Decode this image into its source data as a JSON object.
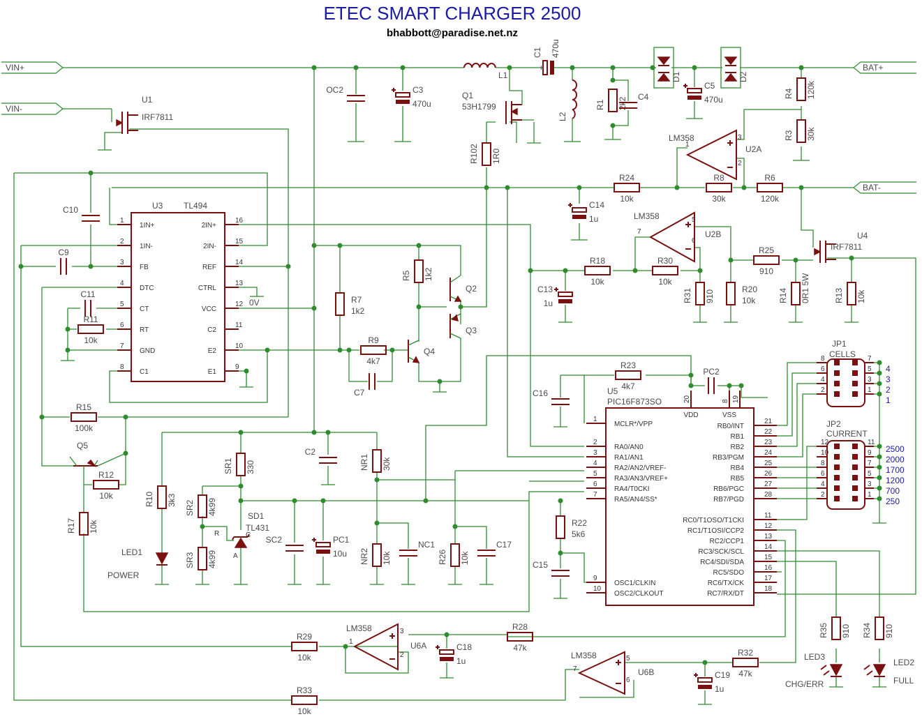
{
  "header": {
    "title": "ETEC SMART CHARGER 2500",
    "email": "bhabbott@paradise.net.nz"
  },
  "ports": {
    "vin_pos": "VIN+",
    "vin_neg": "VIN-",
    "bat_pos": "BAT+",
    "bat_neg": "BAT-"
  },
  "ics": {
    "u3": {
      "ref": "U3",
      "value": "TL494",
      "left": [
        {
          "n": "1",
          "name": "1IN+"
        },
        {
          "n": "2",
          "name": "1IN-"
        },
        {
          "n": "3",
          "name": "FB"
        },
        {
          "n": "4",
          "name": "DTC"
        },
        {
          "n": "5",
          "name": "CT"
        },
        {
          "n": "6",
          "name": "RT"
        },
        {
          "n": "7",
          "name": "GND"
        },
        {
          "n": "8",
          "name": "C1"
        }
      ],
      "right": [
        {
          "n": "16",
          "name": "2IN+"
        },
        {
          "n": "15",
          "name": "2IN-"
        },
        {
          "n": "14",
          "name": "REF"
        },
        {
          "n": "13",
          "name": "CTRL"
        },
        {
          "n": "12",
          "name": "VCC"
        },
        {
          "n": "11",
          "name": "C2"
        },
        {
          "n": "10",
          "name": "E2"
        },
        {
          "n": "9",
          "name": "E1"
        }
      ],
      "ov": "0V"
    },
    "u5": {
      "ref": "U5",
      "value": "PIC16F873SO",
      "top": [
        {
          "n": "20",
          "name": "VDD"
        },
        {
          "n": "8",
          "name": "VSS"
        },
        {
          "n": "19",
          "name": ""
        }
      ],
      "left": [
        {
          "n": "1",
          "name": "MCLR*/VPP"
        },
        {
          "n": "2",
          "name": "RA0/AN0"
        },
        {
          "n": "3",
          "name": "RA1/AN1"
        },
        {
          "n": "4",
          "name": "RA2/AN2/VREF-"
        },
        {
          "n": "5",
          "name": "RA3/AN3/VREF+"
        },
        {
          "n": "6",
          "name": "RA4/T0CKI"
        },
        {
          "n": "7",
          "name": "RA5/AN4/SS*"
        },
        {
          "n": "9",
          "name": "OSC1/CLKIN"
        },
        {
          "n": "10",
          "name": "OSC2/CLKOUT"
        }
      ],
      "right": [
        {
          "n": "21",
          "name": "RB0/INT"
        },
        {
          "n": "22",
          "name": "RB1"
        },
        {
          "n": "23",
          "name": "RB2"
        },
        {
          "n": "24",
          "name": "RB3/PGM"
        },
        {
          "n": "25",
          "name": "RB4"
        },
        {
          "n": "26",
          "name": "RB5"
        },
        {
          "n": "27",
          "name": "RB6/PGC"
        },
        {
          "n": "28",
          "name": "RB7/PGD"
        },
        {
          "n": "11",
          "name": "RC0/T1OSO/T1CKI"
        },
        {
          "n": "12",
          "name": "RC1/T1OSI/CCP2"
        },
        {
          "n": "13",
          "name": "RC2/CCP1"
        },
        {
          "n": "14",
          "name": "RC3/SCK/SCL"
        },
        {
          "n": "15",
          "name": "RC4/SDI/SDA"
        },
        {
          "n": "16",
          "name": "RC5/SDO"
        },
        {
          "n": "17",
          "name": "RC6/TX/CK"
        },
        {
          "n": "18",
          "name": "RC7/RX/DT"
        }
      ]
    }
  },
  "opamps": [
    {
      "ref": "U2A",
      "type": "LM358",
      "pins": [
        "1",
        "2",
        "3"
      ]
    },
    {
      "ref": "U2B",
      "type": "LM358",
      "pins": [
        "7",
        "6",
        "5"
      ]
    },
    {
      "ref": "U6A",
      "type": "LM358",
      "pins": [
        "1",
        "2",
        "3"
      ]
    },
    {
      "ref": "U6B",
      "type": "LM358",
      "pins": [
        "7",
        "6",
        "5"
      ]
    }
  ],
  "mosfets": [
    {
      "ref": "U1",
      "value": "IRF7811"
    },
    {
      "ref": "U4",
      "value": "IRF7811"
    },
    {
      "ref": "Q1",
      "value": "53H1799"
    }
  ],
  "transistors": [
    {
      "ref": "Q2"
    },
    {
      "ref": "Q3"
    },
    {
      "ref": "Q4"
    },
    {
      "ref": "Q5"
    }
  ],
  "inductors": [
    {
      "ref": "L1"
    },
    {
      "ref": "L2"
    }
  ],
  "diodes": [
    {
      "ref": "D1"
    },
    {
      "ref": "D2"
    }
  ],
  "shunt": {
    "ref": "SD1",
    "value": "TL431"
  },
  "leds": [
    {
      "ref": "LED1",
      "label": "POWER"
    },
    {
      "ref": "LED2",
      "label": "FULL"
    },
    {
      "ref": "LED3",
      "label": "CHG/ERR"
    }
  ],
  "resistors": {
    "R1": {
      "ref": "R1",
      "value": "2k2"
    },
    "R3": {
      "ref": "R3",
      "value": "30k"
    },
    "R4": {
      "ref": "R4",
      "value": "120k"
    },
    "R5": {
      "ref": "R5",
      "value": "1k2"
    },
    "R6": {
      "ref": "R6",
      "value": "120k"
    },
    "R7": {
      "ref": "R7",
      "value": "1k2"
    },
    "R8": {
      "ref": "R8",
      "value": "30k"
    },
    "R9": {
      "ref": "R9",
      "value": "4k7"
    },
    "R10": {
      "ref": "R10",
      "value": "3k3"
    },
    "R11": {
      "ref": "R11",
      "value": "10k"
    },
    "R12": {
      "ref": "R12",
      "value": "10k"
    },
    "R13": {
      "ref": "R13",
      "value": "10k"
    },
    "R14": {
      "ref": "R14",
      "value": "0R1 5W"
    },
    "R15": {
      "ref": "R15",
      "value": "100k"
    },
    "R17": {
      "ref": "R17",
      "value": "10k"
    },
    "R18": {
      "ref": "R18",
      "value": "10k"
    },
    "R20": {
      "ref": "R20",
      "value": "10k"
    },
    "R22": {
      "ref": "R22",
      "value": "5k6"
    },
    "R23": {
      "ref": "R23",
      "value": "4k7"
    },
    "R24": {
      "ref": "R24",
      "value": "10k"
    },
    "R25": {
      "ref": "R25",
      "value": "910"
    },
    "R26": {
      "ref": "R26",
      "value": "10k"
    },
    "R28": {
      "ref": "R28",
      "value": "47k"
    },
    "R29": {
      "ref": "R29",
      "value": "10k"
    },
    "R30": {
      "ref": "R30",
      "value": "10k"
    },
    "R31": {
      "ref": "R31",
      "value": "910"
    },
    "R32": {
      "ref": "R32",
      "value": "47k"
    },
    "R33": {
      "ref": "R33",
      "value": "10k"
    },
    "R34": {
      "ref": "R34",
      "value": "910"
    },
    "R35": {
      "ref": "R35",
      "value": "910"
    },
    "R102": {
      "ref": "R102",
      "value": "1R0"
    },
    "SR1": {
      "ref": "SR1",
      "value": "330"
    },
    "SR2": {
      "ref": "SR2",
      "value": "4k99"
    },
    "SR3": {
      "ref": "SR3",
      "value": "4k99"
    },
    "NR1": {
      "ref": "NR1",
      "value": "30k"
    },
    "NR2": {
      "ref": "NR2",
      "value": "10k"
    }
  },
  "capacitors": {
    "C1": {
      "ref": "C1",
      "value": "470u"
    },
    "C2": {
      "ref": "C2",
      "value": ""
    },
    "C3": {
      "ref": "C3",
      "value": "470u"
    },
    "C4": {
      "ref": "C4",
      "value": ""
    },
    "C5": {
      "ref": "C5",
      "value": "470u"
    },
    "C7": {
      "ref": "C7",
      "value": ""
    },
    "C9": {
      "ref": "C9",
      "value": ""
    },
    "C10": {
      "ref": "C10",
      "value": ""
    },
    "C11": {
      "ref": "C11",
      "value": ""
    },
    "C13": {
      "ref": "C13",
      "value": "1u"
    },
    "C14": {
      "ref": "C14",
      "value": "1u"
    },
    "C15": {
      "ref": "C15",
      "value": ""
    },
    "C16": {
      "ref": "C16",
      "value": ""
    },
    "C17": {
      "ref": "C17",
      "value": ""
    },
    "C18": {
      "ref": "C18",
      "value": "1u"
    },
    "C19": {
      "ref": "C19",
      "value": "1u"
    },
    "OC2": {
      "ref": "OC2",
      "value": ""
    },
    "PC1": {
      "ref": "PC1",
      "value": "10u"
    },
    "PC2": {
      "ref": "PC2",
      "value": ""
    },
    "SC2": {
      "ref": "SC2",
      "value": ""
    },
    "NC1": {
      "ref": "NC1",
      "value": ""
    }
  },
  "jumpers": {
    "jp1": {
      "ref": "JP1",
      "name": "CELLS",
      "pins": [
        "8",
        "7",
        "6",
        "5",
        "4",
        "3",
        "2",
        "1"
      ],
      "options": [
        "4",
        "3",
        "2",
        "1"
      ]
    },
    "jp2": {
      "ref": "JP2",
      "name": "CURRENT",
      "pins": [
        "12",
        "11",
        "10",
        "9",
        "8",
        "7",
        "6",
        "5",
        "4",
        "3",
        "2",
        "1"
      ],
      "options": [
        "2500",
        "2000",
        "1700",
        "1200",
        "700",
        "250"
      ]
    }
  },
  "misc": {
    "shunt_pin_r": "R",
    "shunt_pin_a": "A",
    "shunt_pin_c": "C"
  }
}
